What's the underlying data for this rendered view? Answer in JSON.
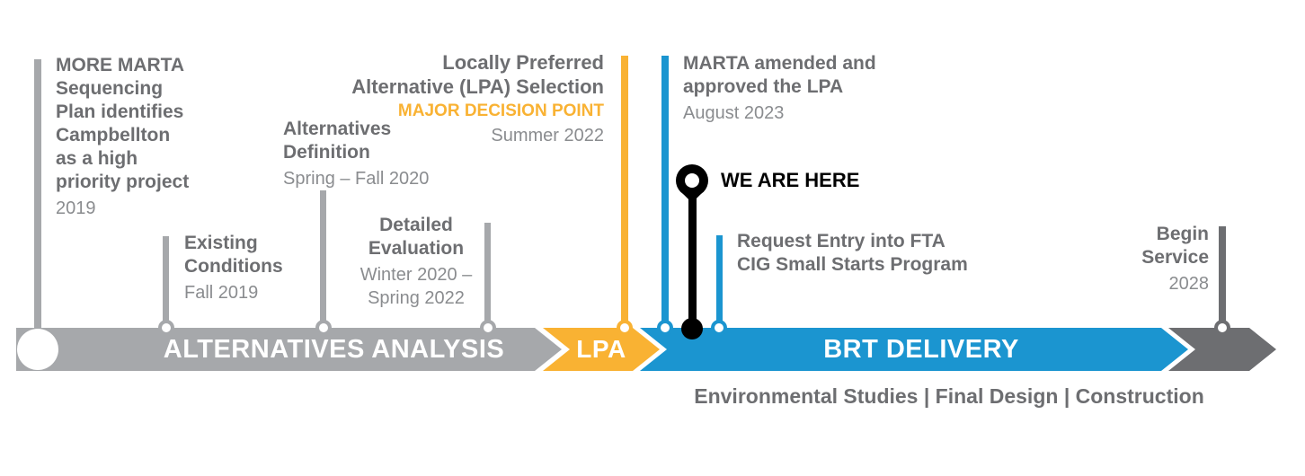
{
  "colors": {
    "phase_gray": "#a6a8ab",
    "phase_yellow": "#f9b233",
    "phase_blue": "#1b95d0",
    "phase_dark_gray": "#6d6e71",
    "title_text": "#6d6e71",
    "date_text": "#8a8c8f",
    "marker_black": "#000000"
  },
  "phases": {
    "alternatives_analysis": {
      "label": "ALTERNATIVES ANALYSIS"
    },
    "lpa": {
      "label": "LPA"
    },
    "brt_delivery": {
      "label": "BRT DELIVERY",
      "sublabel": "Environmental Studies | Final Design | Construction"
    }
  },
  "milestones": {
    "more_marta": {
      "title": "MORE MARTA\nSequencing\nPlan identifies\nCampbellton\nas a high\npriority project",
      "date": "2019"
    },
    "existing_conditions": {
      "title": "Existing\nConditions",
      "date": "Fall 2019"
    },
    "alternatives_definition": {
      "title": "Alternatives\nDefinition",
      "date": "Spring – Fall 2020"
    },
    "detailed_evaluation": {
      "title": "Detailed\nEvaluation",
      "date": "Winter 2020 –\nSpring 2022"
    },
    "lpa_selection": {
      "title": "Locally Preferred\nAlternative (LPA) Selection",
      "badge": "MAJOR DECISION POINT",
      "date": "Summer 2022"
    },
    "marta_approved": {
      "title": "MARTA amended and\napproved the LPA",
      "date": "August 2023"
    },
    "we_are_here": {
      "label": "WE ARE HERE"
    },
    "fta_request": {
      "title": "Request Entry into FTA\nCIG Small Starts Program"
    },
    "begin_service": {
      "title": "Begin\nService",
      "date": "2028"
    }
  }
}
